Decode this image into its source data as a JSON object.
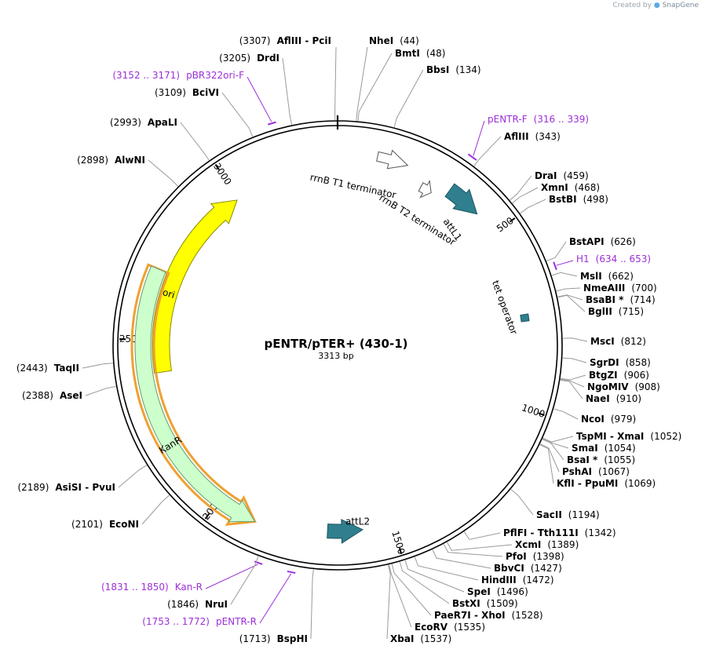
{
  "credit": {
    "prefix": "Created by",
    "brand": "SnapGene"
  },
  "plasmid": {
    "name": "pENTR/pTER+ (430-1)",
    "length_label": "3313 bp",
    "length": 3313
  },
  "ticks": [
    {
      "pos": 500,
      "label": "500"
    },
    {
      "pos": 1000,
      "label": "1000"
    },
    {
      "pos": 1500,
      "label": "1500"
    },
    {
      "pos": 2000,
      "label": "2000"
    },
    {
      "pos": 2500,
      "label": "2500"
    },
    {
      "pos": 3000,
      "label": "3000"
    }
  ],
  "features": [
    {
      "name": "ori",
      "start": 2405,
      "end": 2994,
      "dir": 1,
      "color": "#ffff00",
      "stroke": "#8a8a00",
      "label_pos": 2640
    },
    {
      "name": "KanR",
      "start": 1888,
      "end": 2697,
      "dir": -1,
      "color": "#ccffcc",
      "stroke": "#6a9a6a",
      "label_pos": 2200,
      "outline": "#f0a030"
    },
    {
      "name": "rrnB T1 terminator",
      "start": 110,
      "end": 196,
      "dir": 1,
      "color": "#ffffff",
      "stroke": "#555555"
    },
    {
      "name": "rrnB T2 terminator",
      "start": 255,
      "end": 290,
      "dir": 1,
      "color": "#ffffff",
      "stroke": "#555555"
    },
    {
      "name": "attL1",
      "start": 330,
      "end": 430,
      "dir": 1,
      "color": "#2f7f8f",
      "stroke": "#1e5560"
    },
    {
      "name": "tet operator",
      "start": 742,
      "end": 761,
      "dir": 0,
      "color": "#2f7f8f",
      "stroke": "#1e5560"
    },
    {
      "name": "attL2",
      "start": 1585,
      "end": 1685,
      "dir": -1,
      "color": "#2f7f8f",
      "stroke": "#1e5560"
    }
  ],
  "primers": [
    {
      "name": "pENTR-F",
      "range": "(316 .. 339)",
      "start": 316,
      "end": 339
    },
    {
      "name": "H1",
      "range": "(634 .. 653)",
      "start": 634,
      "end": 653
    },
    {
      "name": "pBR322ori-F",
      "range": "(3152 .. 3171)",
      "start": 3152,
      "end": 3171
    },
    {
      "name": "Kan-R",
      "range": "(1831 .. 1850)",
      "start": 1831,
      "end": 1850
    },
    {
      "name": "pENTR-R",
      "range": "(1753 .. 1772)",
      "start": 1753,
      "end": 1772
    }
  ],
  "sites": [
    {
      "name": "NheI",
      "coord": "(44)",
      "pos": 44
    },
    {
      "name": "BmtI",
      "coord": "(48)",
      "pos": 48
    },
    {
      "name": "BbsI",
      "coord": "(134)",
      "pos": 134
    },
    {
      "name": "AflIII",
      "coord": "(343)",
      "pos": 343
    },
    {
      "name": "DraI",
      "coord": "(459)",
      "pos": 459
    },
    {
      "name": "XmnI",
      "coord": "(468)",
      "pos": 468
    },
    {
      "name": "BstBI",
      "coord": "(498)",
      "pos": 498
    },
    {
      "name": "BstAPI",
      "coord": "(626)",
      "pos": 626
    },
    {
      "name": "MslI",
      "coord": "(662)",
      "pos": 662
    },
    {
      "name": "NmeAIII",
      "coord": "(700)",
      "pos": 700
    },
    {
      "name": "BsaBI *",
      "coord": "(714)",
      "pos": 714
    },
    {
      "name": "BglII",
      "coord": "(715)",
      "pos": 715
    },
    {
      "name": "MscI",
      "coord": "(812)",
      "pos": 812
    },
    {
      "name": "SgrDI",
      "coord": "(858)",
      "pos": 858
    },
    {
      "name": "BtgZI",
      "coord": "(906)",
      "pos": 906
    },
    {
      "name": "NgoMIV",
      "coord": "(908)",
      "pos": 908
    },
    {
      "name": "NaeI",
      "coord": "(910)",
      "pos": 910
    },
    {
      "name": "NcoI",
      "coord": "(979)",
      "pos": 979
    },
    {
      "name": "TspMI  - XmaI",
      "coord": "(1052)",
      "pos": 1052
    },
    {
      "name": "SmaI",
      "coord": "(1054)",
      "pos": 1054
    },
    {
      "name": "BsaI *",
      "coord": "(1055)",
      "pos": 1055
    },
    {
      "name": "PshAI",
      "coord": "(1067)",
      "pos": 1067
    },
    {
      "name": "KflI  - PpuMI",
      "coord": "(1069)",
      "pos": 1069
    },
    {
      "name": "SacII",
      "coord": "(1194)",
      "pos": 1194
    },
    {
      "name": "PflFI  - Tth111I",
      "coord": "(1342)",
      "pos": 1342
    },
    {
      "name": "XcmI",
      "coord": "(1389)",
      "pos": 1389
    },
    {
      "name": "PfoI",
      "coord": "(1398)",
      "pos": 1398
    },
    {
      "name": "BbvCI",
      "coord": "(1427)",
      "pos": 1427
    },
    {
      "name": "HindIII",
      "coord": "(1472)",
      "pos": 1472
    },
    {
      "name": "SpeI",
      "coord": "(1496)",
      "pos": 1496
    },
    {
      "name": "BstXI",
      "coord": "(1509)",
      "pos": 1509
    },
    {
      "name": "PaeR7I  - XhoI",
      "coord": "(1528)",
      "pos": 1528
    },
    {
      "name": "EcoRV",
      "coord": "(1535)",
      "pos": 1535
    },
    {
      "name": "XbaI",
      "coord": "(1537)",
      "pos": 1537
    },
    {
      "name": "BspHI",
      "coord": "(1713)",
      "pos": 1713
    },
    {
      "name": "NruI",
      "coord": "(1846)",
      "pos": 1846
    },
    {
      "name": "EcoNI",
      "coord": "(2101)",
      "pos": 2101
    },
    {
      "name": "AsiSI  - PvuI",
      "coord": "(2189)",
      "pos": 2189
    },
    {
      "name": "AseI",
      "coord": "(2388)",
      "pos": 2388
    },
    {
      "name": "TaqII",
      "coord": "(2443)",
      "pos": 2443
    },
    {
      "name": "AlwNI",
      "coord": "(2898)",
      "pos": 2898
    },
    {
      "name": "ApaLI",
      "coord": "(2993)",
      "pos": 2993
    },
    {
      "name": "BciVI",
      "coord": "(3109)",
      "pos": 3109
    },
    {
      "name": "DrdI",
      "coord": "(3205)",
      "pos": 3205
    },
    {
      "name": "AflIII  - PciI",
      "coord": "(3307)",
      "pos": 3307
    }
  ]
}
